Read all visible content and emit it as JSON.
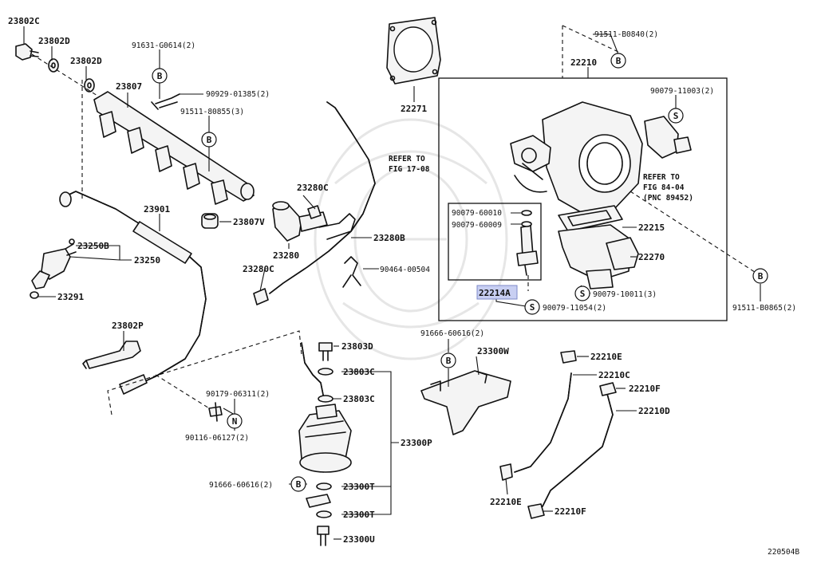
{
  "diagram": {
    "figure_code": "220504B",
    "refer_notes": {
      "fig17": [
        "REFER TO",
        "FIG 17-08"
      ],
      "fig84": [
        "REFER TO",
        "FIG 84-04",
        "(PNC 89452)"
      ]
    },
    "symbols": {
      "b": "B",
      "s": "S",
      "n": "N"
    },
    "labels": {
      "p23802C": "23802C",
      "p23802D_a": "23802D",
      "p23802D_b": "23802D",
      "p91631": "91631-G0614(2)",
      "p23807": "23807",
      "p90929": "90929-01385(2)",
      "p91511_80855": "91511-80855(3)",
      "p23901": "23901",
      "p23250B": "23250B",
      "p23250": "23250",
      "p23291": "23291",
      "p23807V": "23807V",
      "p23280C_a": "23280C",
      "p23280": "23280",
      "p23280C_b": "23280C",
      "p23280B": "23280B",
      "p90464": "90464-00504",
      "p22271": "22271",
      "p91511_B0840": "91511-B0840(2)",
      "p22210": "22210",
      "p90079_11003": "90079-11003(2)",
      "p90079_60010": "90079-60010",
      "p90079_60009": "90079-60009",
      "p22215": "22215",
      "p22270": "22270",
      "p22214A": "22214A",
      "p90079_10011": "90079-10011(3)",
      "p90079_11054": "90079-11054(2)",
      "p91511_B0865": "91511-B0865(2)",
      "p23802P": "23802P",
      "p90179": "90179-06311(2)",
      "p90116": "90116-06127(2)",
      "p23803D": "23803D",
      "p23803C_a": "23803C",
      "p23803C_b": "23803C",
      "p23300P": "23300P",
      "p91666_a": "91666-60616(2)",
      "p23300T_a": "23300T",
      "p23300T_b": "23300T",
      "p23300U": "23300U",
      "p91666_b": "91666-60616(2)",
      "p23300W": "23300W",
      "p22210E_a": "22210E",
      "p22210C": "22210C",
      "p22210F_a": "22210F",
      "p22210D": "22210D",
      "p22210E_b": "22210E",
      "p22210F_b": "22210F"
    }
  }
}
